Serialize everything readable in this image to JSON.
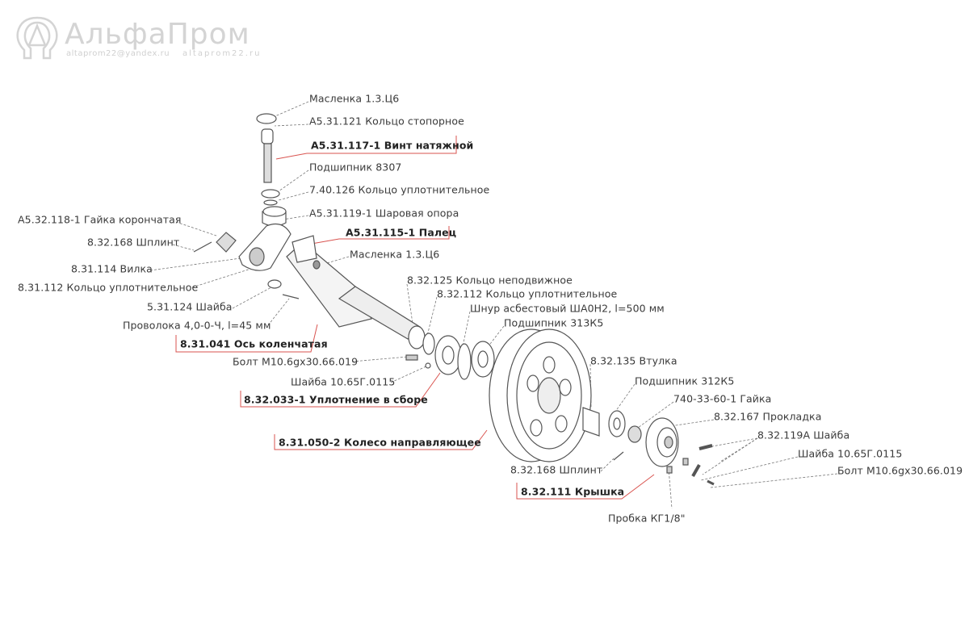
{
  "logo": {
    "name": "АльфаПром",
    "email": "altaprom22@yandex.ru",
    "site": "altaprom22.ru"
  },
  "colors": {
    "accent": "#d9534f",
    "line": "#555555",
    "logo": "#d4d4d4"
  },
  "labels": {
    "oiler_top": "Масленка 1.3.Ц6",
    "retaining_ring": "А5.31.121 Кольцо стопорное",
    "tension_screw": "А5.31.117-1 Винт натяжной",
    "bearing_8307": "Подшипник 8307",
    "seal_ring_740126": "7.40.126 Кольцо уплотнительное",
    "ball_support": "А5.31.119-1 Шаровая опора",
    "pin": "А5.31.115-1 Палец",
    "oiler_mid": "Масленка 1.3.Ц6",
    "castle_nut": "А5.32.118-1 Гайка корончатая",
    "cotter_pin_left": "8.32.168 Шплинт",
    "fork": "8.31.114 Вилка",
    "seal_ring_831112": "8.31.112 Кольцо уплотнительное",
    "washer_531124": "5.31.124 Шайба",
    "wire": "Проволока 4,0-0-Ч, l=45 мм",
    "crank_axle": "8.31.041 Ось коленчатая",
    "fixed_ring": "8.32.125 Кольцо неподвижное",
    "seal_ring_832112": "8.32.112 Кольцо уплотнительное",
    "asbestos_cord": "Шнур асбестовый ША0Н2, l=500 мм",
    "bearing_313k5": "Подшипник 313К5",
    "bolt_left": "Болт М10.6gх30.66.019",
    "washer_left": "Шайба 10.65Г.0115",
    "seal_assembly": "8.32.033-1 Уплотнение в сборе",
    "idler_wheel": "8.31.050-2 Колесо направляющее",
    "bushing": "8.32.135 Втулка",
    "bearing_312k5": "Подшипник 312К5",
    "nut_740": "740-33-60-1 Гайка",
    "gasket": "8.32.167 Прокладка",
    "washer_832119a": "8.32.119А Шайба",
    "washer_right": "Шайба 10.65Г.0115",
    "bolt_right": "Болт М10.6gх30.66.019",
    "cotter_pin_right": "8.32.168 Шплинт",
    "cover": "8.32.111 Крышка",
    "plug": "Пробка КГ1/8\""
  }
}
